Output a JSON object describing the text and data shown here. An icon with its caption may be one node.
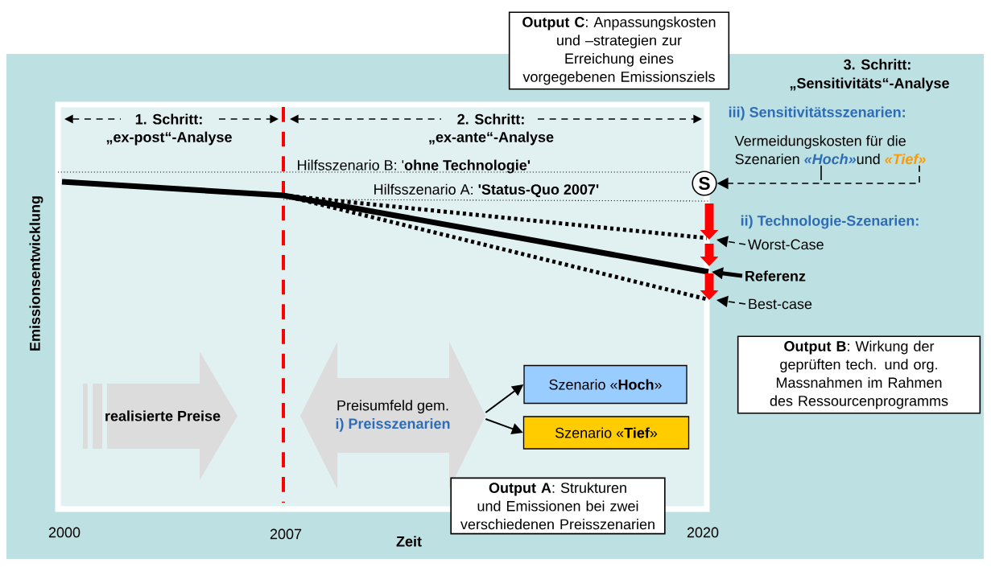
{
  "diagram": {
    "nodes": [
      {
        "text": [
          "**Output C**: Anpassungskosten und –strategien zur Erreichung eines vorgegebenen Emissionsziels"
        ]
      },
      {
        "text": [
          "S"
        ]
      },
      {
        "text": [
          "iii) Sensitivitätsszenarien:",
          "Vermeidungskosten für die Szenarien",
          "«Hoch»",
          "und",
          "«Tief»"
        ]
      },
      {
        "text": [
          "Worst-Case"
        ]
      },
      {
        "text": [
          "Referenz"
        ]
      },
      {
        "text": [
          "Best-case"
        ]
      },
      {
        "text": [
          "**Output B**: Wirkung der geprüften tech. und org. Massnahmen im Rahmen des Ressourcenprogramms"
        ]
      },
      {
        "text": [
          "realisierte Preise"
        ]
      },
      {
        "text": [
          "Preisumfeld gem.",
          "i) Preisszenarien"
        ]
      },
      {
        "text": [
          "Szenario «**Hoch**»"
        ]
      },
      {
        "text": [
          "Szenario «**Tief**»"
        ]
      },
      {
        "text": [
          "**Output A**: Strukturen und Emissionen bei zwei verschiedenen Preisszenarien"
        ]
      }
    ],
    "edges": [
      {
        "from": 2,
        "to": 1,
        "arrow": "to",
        "style": "dashed"
      },
      {
        "from": 3,
        "to": null,
        "arrow": "to",
        "style": "dashed"
      },
      {
        "from": 4,
        "to": null,
        "arrow": "to",
        "style": "thick"
      },
      {
        "from": 5,
        "to": null,
        "arrow": "to",
        "style": "dashed"
      },
      {
        "from": 8,
        "to": 9,
        "arrow": "to"
      },
      {
        "from": 8,
        "to": 10,
        "arrow": "to"
      }
    ],
    "labels": [
      "3. Schritt:",
      "„Sensitivitäts“-Analyse",
      "1. Schritt:",
      "2. Schritt:",
      "„ex-post“-Analyse",
      "„ex-ante“-Analyse",
      "Hilfsszenario B: '**ohne Technologie'**",
      "Hilfsszenario A: **'Status-Quo 2007'**",
      "ii) Technologie-Szenarien:",
      "Emissionsentwicklung",
      "2000",
      "2007",
      "Zeit",
      "2020"
    ]
  }
}
